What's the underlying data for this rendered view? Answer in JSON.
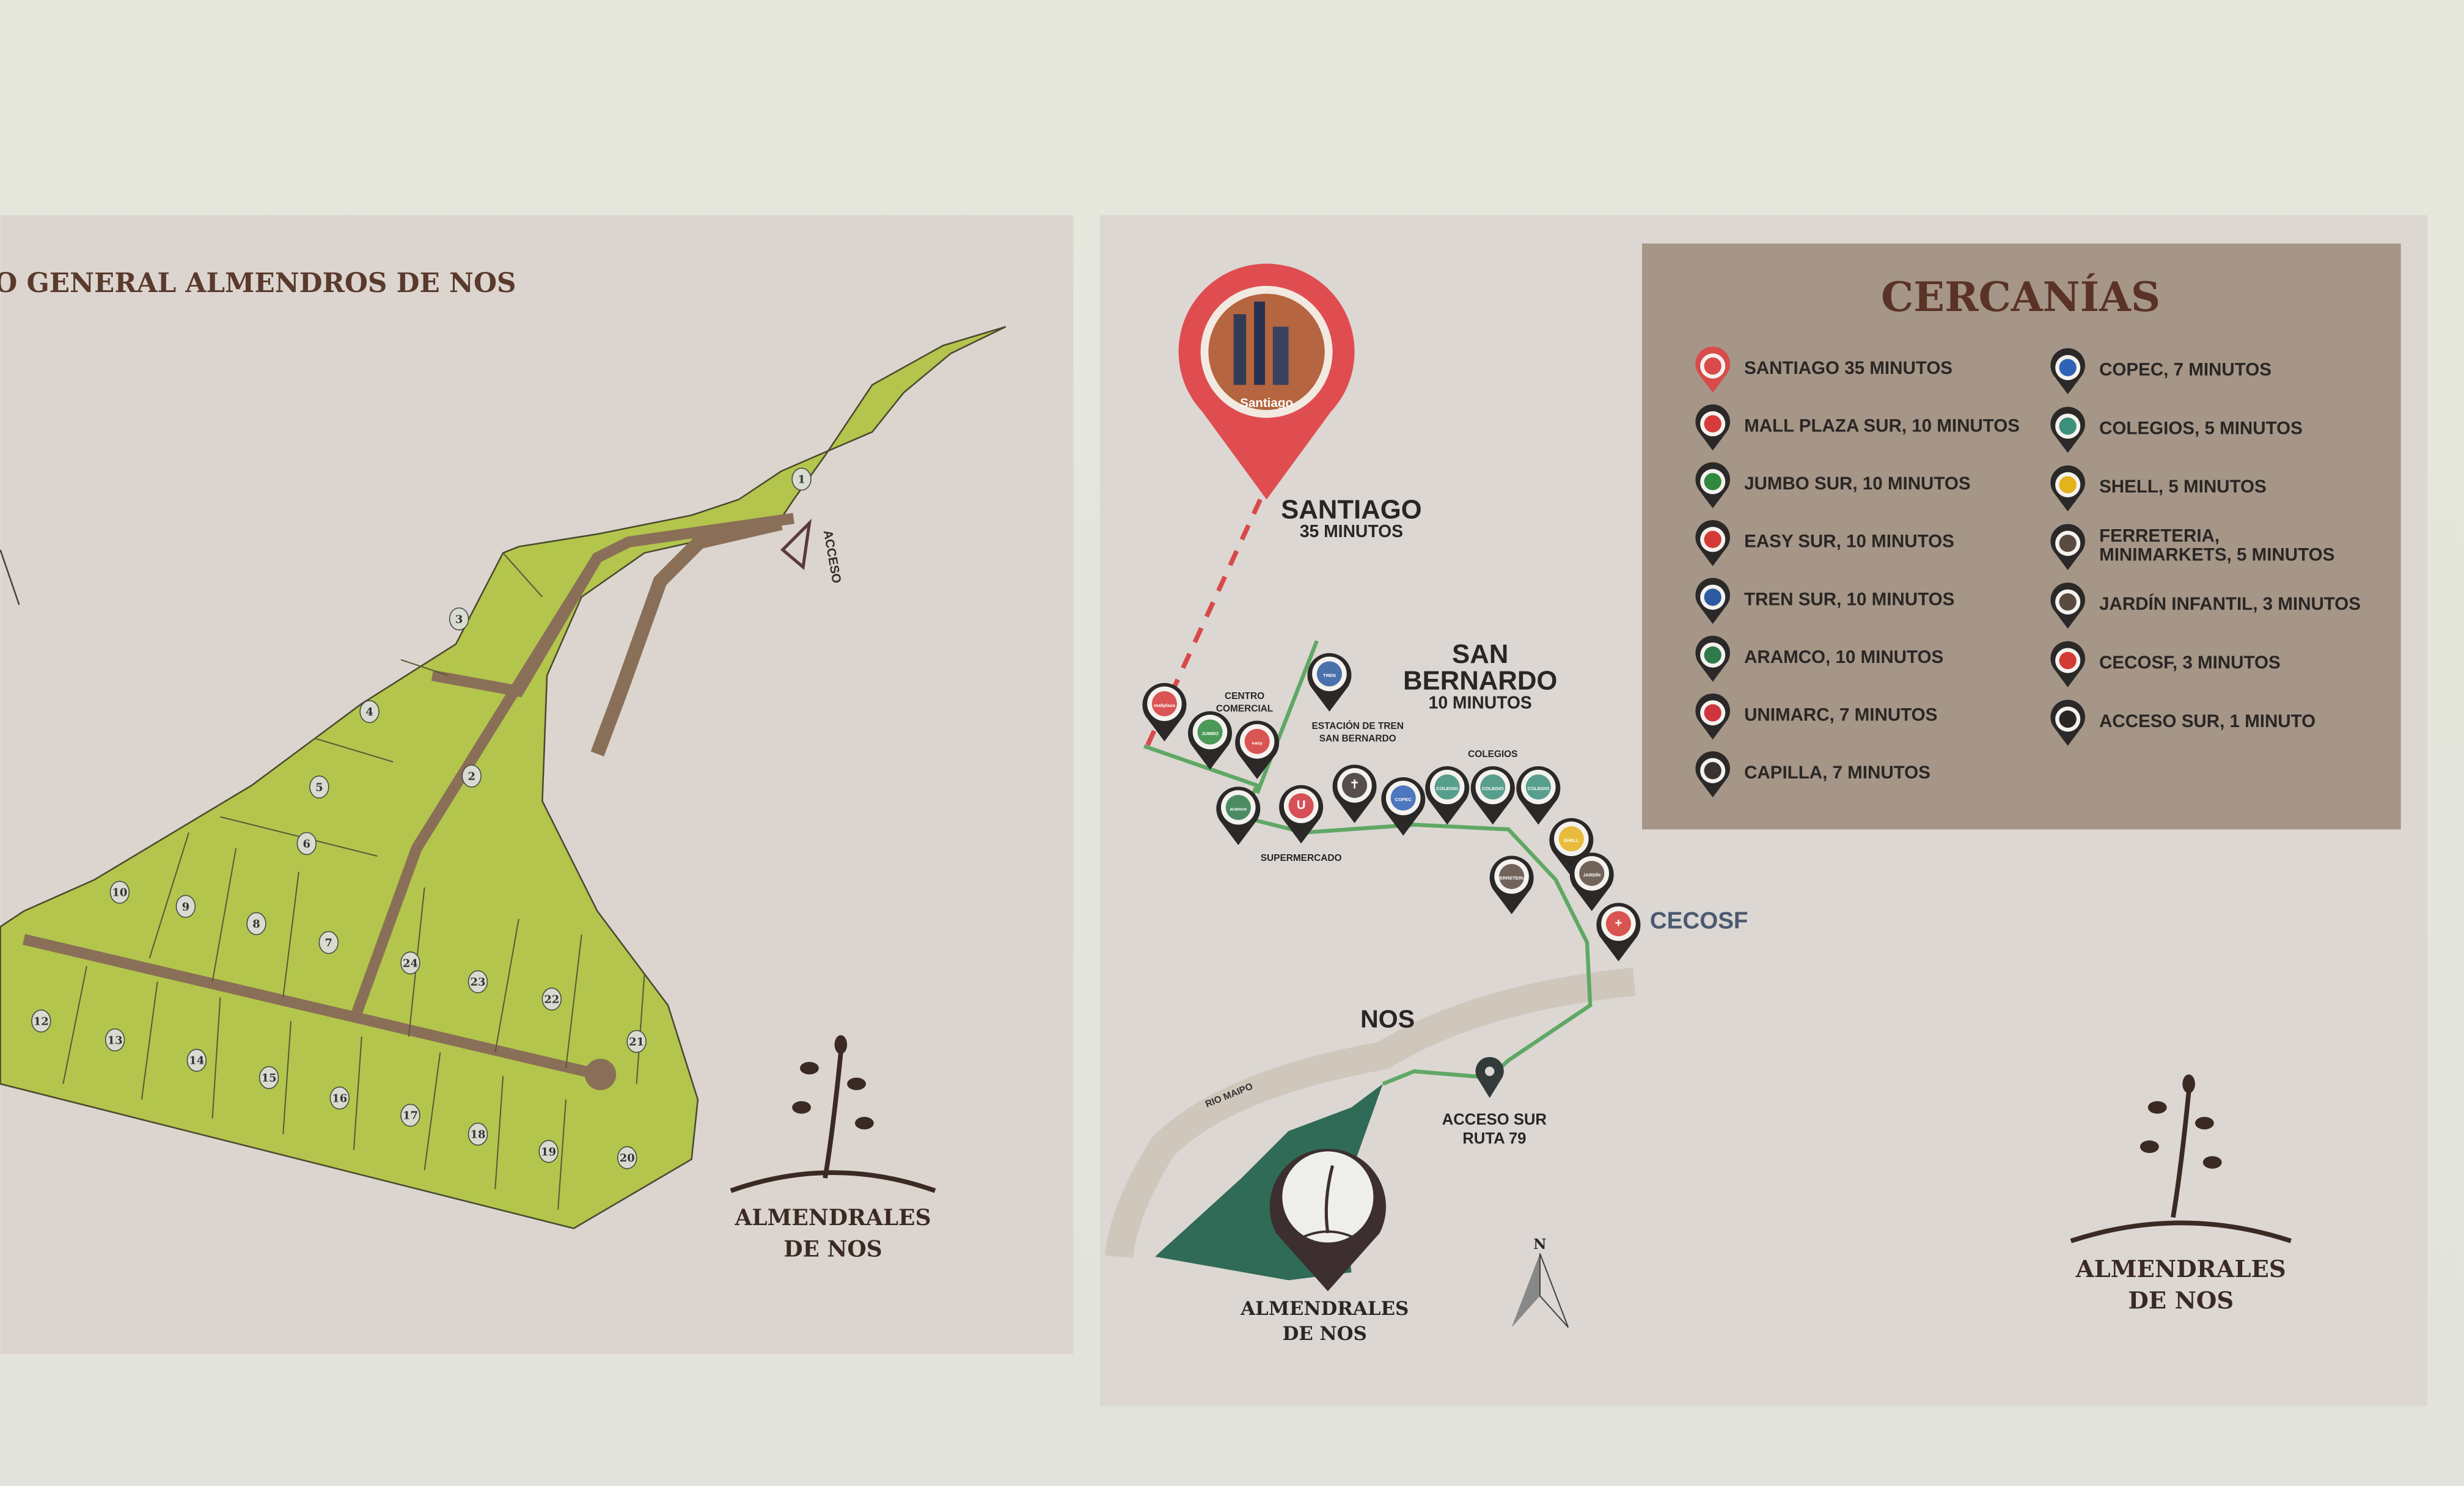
{
  "left_panel": {
    "title": "O GENERAL ALMENDROS DE NOS",
    "access_label": "ACCESO",
    "lots": [
      "1",
      "2",
      "3",
      "4",
      "5",
      "6",
      "7",
      "8",
      "9",
      "10",
      "12",
      "13",
      "14",
      "15",
      "16",
      "17",
      "18",
      "19",
      "20",
      "21",
      "22",
      "23",
      "24"
    ],
    "logo_line1": "ALMENDRALES",
    "logo_line2": "DE NOS"
  },
  "right_panel": {
    "santiago_pin_caption": "Santiago",
    "santiago_label": "SANTIAGO",
    "santiago_time": "35 MINUTOS",
    "san_bernardo_line1": "SAN",
    "san_bernardo_line2": "BERNARDO",
    "san_bernardo_time": "10 MINUTOS",
    "centro_comercial_line1": "CENTRO",
    "centro_comercial_line2": "COMERCIAL",
    "estacion_line1": "ESTACIÓN DE TREN",
    "estacion_line2": "SAN BERNARDO",
    "supermercado": "SUPERMERCADO",
    "colegios": "COLEGIOS",
    "cecosf": "CECOSF",
    "nos": "NOS",
    "rio_maipo": "RIO MAIPO",
    "acceso_sur_line1": "ACCESO SUR",
    "acceso_sur_line2": "RUTA 79",
    "site_line1": "ALMENDRALES",
    "site_line2": "DE NOS",
    "north": "N",
    "pins": [
      {
        "name": "mallplaza",
        "text": "mallplaza",
        "color": "#d63a3a"
      },
      {
        "name": "jumbo",
        "text": "JUMBO",
        "color": "#2f8a3e"
      },
      {
        "name": "easy",
        "text": "easy",
        "color": "#d33a36"
      },
      {
        "name": "tren",
        "text": "TREN",
        "color": "#2d5aa0"
      },
      {
        "name": "aramco",
        "text": "aramco",
        "color": "#2e7a4a"
      },
      {
        "name": "unimarc",
        "text": "U",
        "color": "#d0343c"
      },
      {
        "name": "capilla",
        "text": "✝",
        "color": "#3a3330"
      },
      {
        "name": "copec",
        "text": "COPEC",
        "color": "#2f62b5"
      },
      {
        "name": "colegio-1",
        "text": "COLEGIO",
        "color": "#3c8f7a"
      },
      {
        "name": "colegio-2",
        "text": "COLEGIO",
        "color": "#3c8f7a"
      },
      {
        "name": "colegio-3",
        "text": "COLEGIO",
        "color": "#3c8f7a"
      },
      {
        "name": "shell",
        "text": "SHELL",
        "color": "#e5b21c"
      },
      {
        "name": "ferreteria",
        "text": "FERRETERIA",
        "color": "#5a4a40"
      },
      {
        "name": "jardin",
        "text": "JARDÍN",
        "color": "#5a4a40"
      },
      {
        "name": "cecosf",
        "text": "+",
        "color": "#d33a36"
      }
    ]
  },
  "legend": {
    "title": "CERCANÍAS",
    "left": [
      {
        "label": "SANTIAGO 35 MINUTOS",
        "icon": "santiago-pin-icon",
        "color": "#d94a4a"
      },
      {
        "label": "MALL PLAZA SUR, 10 MINUTOS",
        "icon": "mallplaza-pin-icon",
        "color": "#d63a3a"
      },
      {
        "label": "JUMBO SUR, 10 MINUTOS",
        "icon": "jumbo-pin-icon",
        "color": "#2f8a3e"
      },
      {
        "label": "EASY SUR, 10 MINUTOS",
        "icon": "easy-pin-icon",
        "color": "#d33a36"
      },
      {
        "label": "TREN SUR, 10 MINUTOS",
        "icon": "tren-pin-icon",
        "color": "#2d5aa0"
      },
      {
        "label": "ARAMCO, 10 MINUTOS",
        "icon": "aramco-pin-icon",
        "color": "#2e7a4a"
      },
      {
        "label": "UNIMARC, 7 MINUTOS",
        "icon": "unimarc-pin-icon",
        "color": "#d0343c"
      },
      {
        "label": "CAPILLA, 7 MINUTOS",
        "icon": "capilla-pin-icon",
        "color": "#3a3330"
      }
    ],
    "right": [
      {
        "label": "COPEC, 7 MINUTOS",
        "icon": "copec-pin-icon",
        "color": "#2f62b5"
      },
      {
        "label": "COLEGIOS, 5 MINUTOS",
        "icon": "colegios-pin-icon",
        "color": "#3c8f7a"
      },
      {
        "label": "SHELL, 5 MINUTOS",
        "icon": "shell-pin-icon",
        "color": "#e5b21c"
      },
      {
        "label": "FERRETERIA,",
        "label2": "MINIMARKETS, 5 MINUTOS",
        "icon": "ferreteria-pin-icon",
        "color": "#5a4a40"
      },
      {
        "label": "JARDÍN INFANTIL, 3 MINUTOS",
        "icon": "jardin-pin-icon",
        "color": "#5a4a40"
      },
      {
        "label": "CECOSF, 3 MINUTOS",
        "icon": "cecosf-pin-icon",
        "color": "#d33a36"
      },
      {
        "label": "ACCESO SUR, 1 MINUTO",
        "icon": "acceso-sur-pin-icon",
        "color": "#2a2624"
      }
    ]
  },
  "right_logo": {
    "line1": "ALMENDRALES",
    "line2": "DE NOS"
  }
}
